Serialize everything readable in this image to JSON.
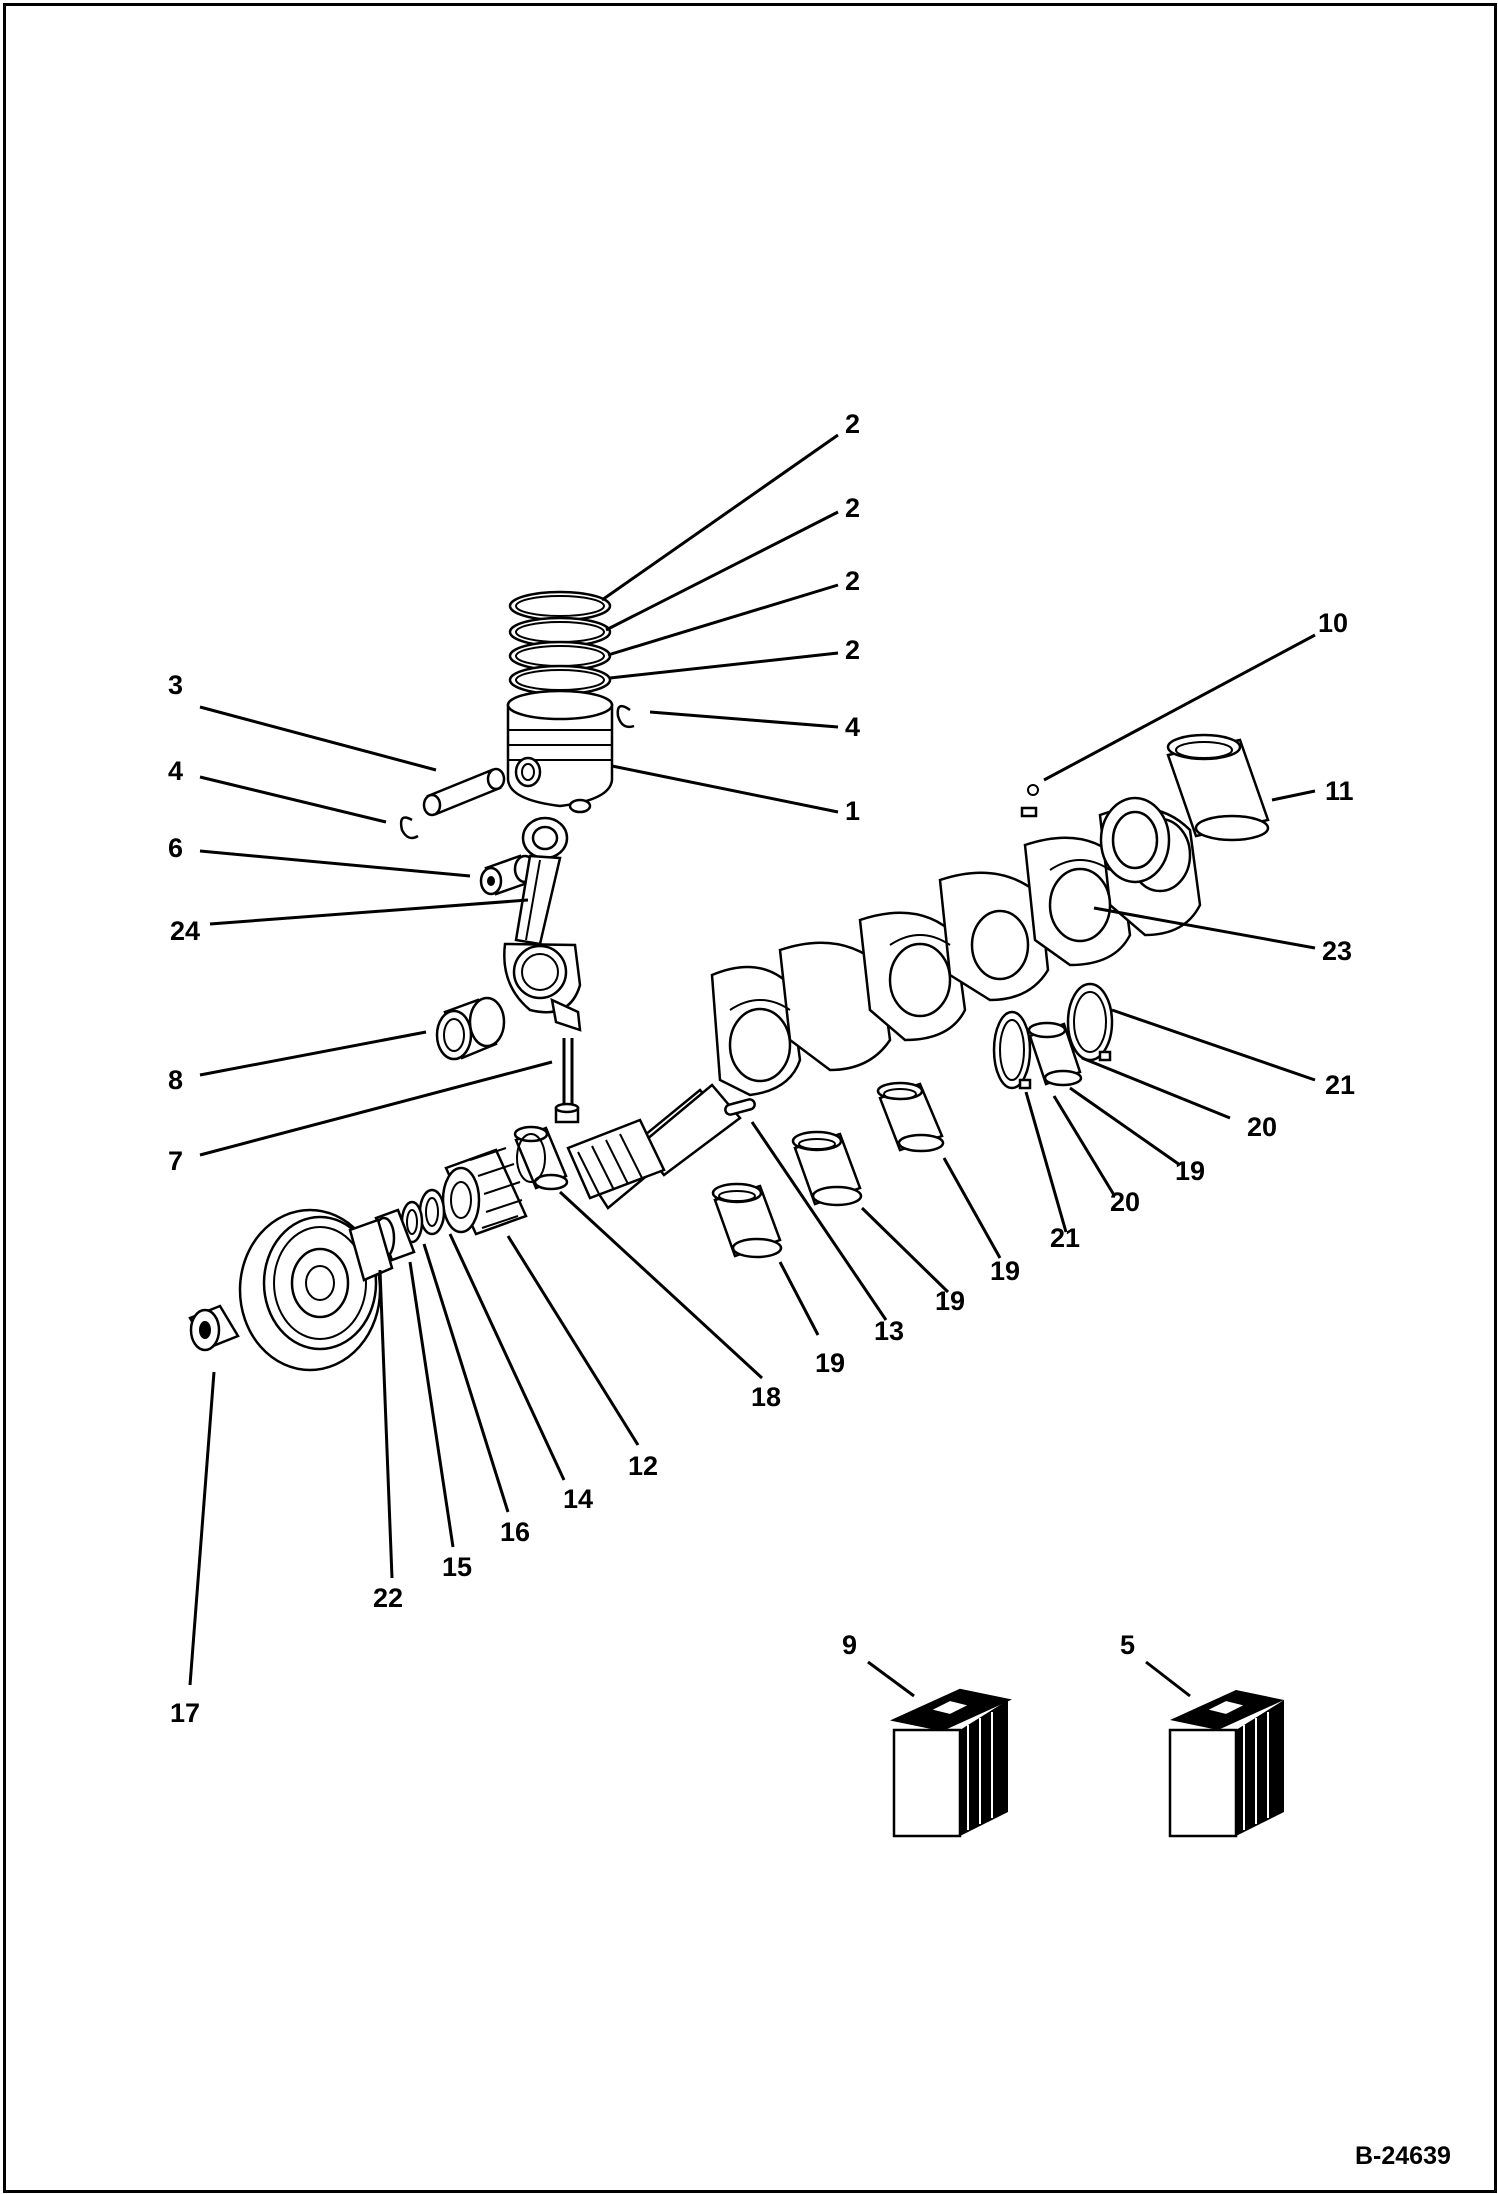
{
  "drawing_id": "B-24639",
  "callouts": [
    {
      "label": "2",
      "part": "piston-ring-top"
    },
    {
      "label": "2",
      "part": "piston-ring-second"
    },
    {
      "label": "2",
      "part": "piston-ring-third"
    },
    {
      "label": "2",
      "part": "piston-ring-oil"
    },
    {
      "label": "3",
      "part": "piston-pin"
    },
    {
      "label": "4",
      "part": "snap-ring-right"
    },
    {
      "label": "4",
      "part": "snap-ring-left"
    },
    {
      "label": "1",
      "part": "piston"
    },
    {
      "label": "6",
      "part": "small-end-bushing"
    },
    {
      "label": "24",
      "part": "connecting-rod"
    },
    {
      "label": "8",
      "part": "rod-bearing"
    },
    {
      "label": "7",
      "part": "rod-bolt"
    },
    {
      "label": "10",
      "part": "crankshaft-pin"
    },
    {
      "label": "11",
      "part": "rear-bearing-sleeve"
    },
    {
      "label": "23",
      "part": "crankshaft"
    },
    {
      "label": "21",
      "part": "thrust-washer-right"
    },
    {
      "label": "20",
      "part": "thrust-bearing-right"
    },
    {
      "label": "19",
      "part": "main-bearing-rear"
    },
    {
      "label": "20",
      "part": "thrust-bearing-left"
    },
    {
      "label": "21",
      "part": "thrust-washer-left"
    },
    {
      "label": "19",
      "part": "main-bearing-middle"
    },
    {
      "label": "19",
      "part": "main-bearing-center"
    },
    {
      "label": "19",
      "part": "main-bearing-front"
    },
    {
      "label": "13",
      "part": "key"
    },
    {
      "label": "18",
      "part": "front-bearing"
    },
    {
      "label": "12",
      "part": "crank-gear"
    },
    {
      "label": "14",
      "part": "spacer-ring"
    },
    {
      "label": "16",
      "part": "o-ring"
    },
    {
      "label": "15",
      "part": "collar"
    },
    {
      "label": "22",
      "part": "crank-pulley"
    },
    {
      "label": "17",
      "part": "pulley-nut"
    },
    {
      "label": "9",
      "part": "bearing-kit-box"
    },
    {
      "label": "5",
      "part": "piston-ring-kit-box"
    }
  ]
}
